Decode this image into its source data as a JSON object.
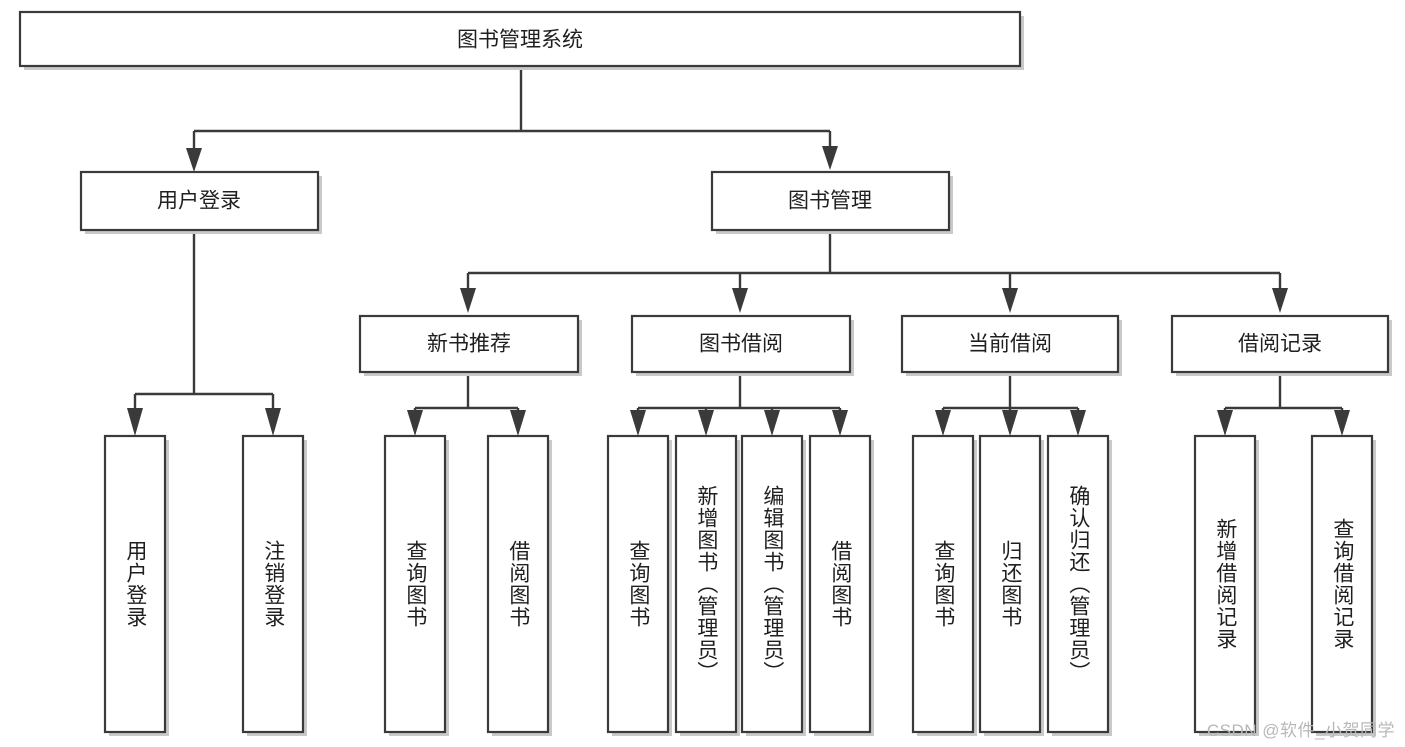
{
  "diagram": {
    "title": "图书管理系统",
    "type": "tree",
    "watermark": "CSDN @软件_小贺同学",
    "colors": {
      "box_stroke": "#3a3a3a",
      "box_fill": "#ffffff",
      "text": "#1f1f1f",
      "connector": "#3a3a3a",
      "watermark": "#b8b8b8",
      "background": "#ffffff"
    },
    "root": {
      "id": "root",
      "label": "图书管理系统",
      "orientation": "horizontal"
    },
    "level1": [
      {
        "id": "user-login",
        "label": "用户登录",
        "orientation": "horizontal"
      },
      {
        "id": "book-manage",
        "label": "图书管理",
        "orientation": "horizontal"
      }
    ],
    "level2": [
      {
        "id": "new-book-rec",
        "label": "新书推荐",
        "parent": "book-manage",
        "orientation": "horizontal"
      },
      {
        "id": "book-borrow",
        "label": "图书借阅",
        "parent": "book-manage",
        "orientation": "horizontal"
      },
      {
        "id": "current-borrow",
        "label": "当前借阅",
        "parent": "book-manage",
        "orientation": "horizontal"
      },
      {
        "id": "borrow-record",
        "label": "借阅记录",
        "parent": "book-manage",
        "orientation": "horizontal"
      }
    ],
    "leaves": [
      {
        "id": "leaf-user-login",
        "label": "用户登录",
        "parent": "user-login",
        "orientation": "vertical"
      },
      {
        "id": "leaf-logout-login",
        "label": "注销登录",
        "parent": "user-login",
        "orientation": "vertical"
      },
      {
        "id": "leaf-query-book-1",
        "label": "查询图书",
        "parent": "new-book-rec",
        "orientation": "vertical"
      },
      {
        "id": "leaf-borrow-book-1",
        "label": "借阅图书",
        "parent": "new-book-rec",
        "orientation": "vertical"
      },
      {
        "id": "leaf-query-book-2",
        "label": "查询图书",
        "parent": "book-borrow",
        "orientation": "vertical"
      },
      {
        "id": "leaf-add-book",
        "label": "新增图书（管理员）",
        "parent": "book-borrow",
        "orientation": "vertical"
      },
      {
        "id": "leaf-edit-book",
        "label": "编辑图书（管理员）",
        "parent": "book-borrow",
        "orientation": "vertical"
      },
      {
        "id": "leaf-borrow-book-2",
        "label": "借阅图书",
        "parent": "book-borrow",
        "orientation": "vertical"
      },
      {
        "id": "leaf-query-book-3",
        "label": "查询图书",
        "parent": "current-borrow",
        "orientation": "vertical"
      },
      {
        "id": "leaf-return-book",
        "label": "归还图书",
        "parent": "current-borrow",
        "orientation": "vertical"
      },
      {
        "id": "leaf-confirm-return",
        "label": "确认归还（管理员）",
        "parent": "current-borrow",
        "orientation": "vertical"
      },
      {
        "id": "leaf-add-record",
        "label": "新增借阅记录",
        "parent": "borrow-record",
        "orientation": "vertical"
      },
      {
        "id": "leaf-query-record",
        "label": "查询借阅记录",
        "parent": "borrow-record",
        "orientation": "vertical"
      }
    ]
  }
}
